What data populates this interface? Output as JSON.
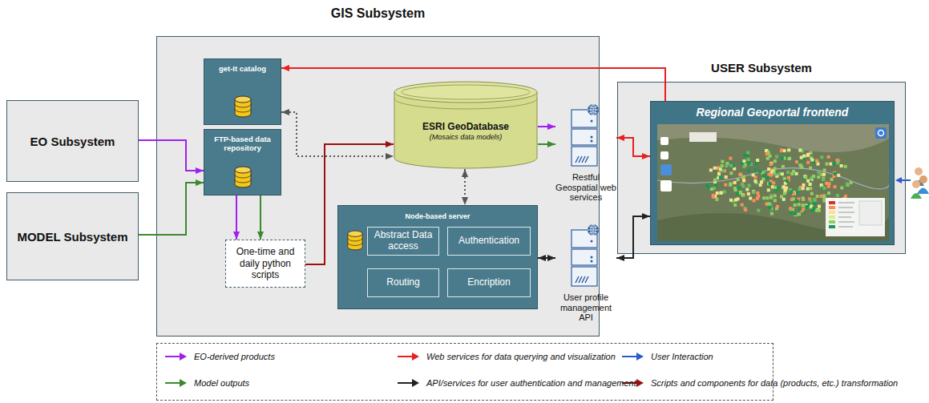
{
  "diagram": {
    "nodes": [
      {
        "text": [
          "GIS Subsystem"
        ]
      },
      {
        "text": [
          "get-It catalog"
        ],
        "in": 0
      },
      {
        "text": [
          "ESRI GeoDatabase",
          "(Mosaics data models)"
        ],
        "in": 0
      },
      {
        "text": [
          "FTP-based data repository"
        ],
        "in": 0
      },
      {
        "text": [
          "One-time and daily python scripts"
        ],
        "in": 0
      },
      {
        "text": [
          "Node-based server"
        ],
        "in": 0
      },
      {
        "text": [
          "Abstract Data access"
        ],
        "in": 5
      },
      {
        "text": [
          "Authentication"
        ],
        "in": 5
      },
      {
        "text": [
          "Routing"
        ],
        "in": 5
      },
      {
        "text": [
          "Encription"
        ],
        "in": 5
      },
      {
        "text": [
          "Restful Geospatial web services"
        ],
        "in": 0
      },
      {
        "text": [
          "User profile management API"
        ],
        "in": 0
      },
      {
        "text": [
          "USER Subsystem"
        ]
      },
      {
        "text": [
          "Regional Geoportal frontend"
        ],
        "in": 12
      },
      {
        "text": [
          "EO Subsystem"
        ]
      },
      {
        "text": [
          "MODEL Subsystem"
        ]
      }
    ],
    "edges": [
      {
        "from": 14,
        "to": 3,
        "arrow": "to"
      },
      {
        "from": 15,
        "to": 3,
        "arrow": "to"
      },
      {
        "from": 3,
        "to": 4,
        "arrow": "to"
      },
      {
        "from": 3,
        "to": 4,
        "arrow": "to"
      },
      {
        "from": 4,
        "to": 2,
        "arrow": "to"
      },
      {
        "from": 1,
        "to": 2,
        "arrow": "both"
      },
      {
        "from": 2,
        "to": 5,
        "arrow": "both"
      },
      {
        "from": 2,
        "to": 10,
        "arrow": "to"
      },
      {
        "from": 2,
        "to": 10,
        "arrow": "to"
      },
      {
        "from": 13,
        "to": 1,
        "arrow": "to"
      },
      {
        "from": 10,
        "to": 13,
        "arrow": "both"
      },
      {
        "from": 5,
        "to": 11,
        "arrow": "both"
      },
      {
        "from": 11,
        "to": 13,
        "arrow": "both"
      }
    ],
    "legend": [
      {
        "text": "EO-derived products"
      },
      {
        "text": "Web services for data querying and visualization"
      },
      {
        "text": "User Interaction"
      },
      {
        "text": "Model outputs"
      },
      {
        "text": "API/services for user authentication and management"
      },
      {
        "text": "Scripts and components for data (products, etc.) transformation"
      }
    ]
  }
}
